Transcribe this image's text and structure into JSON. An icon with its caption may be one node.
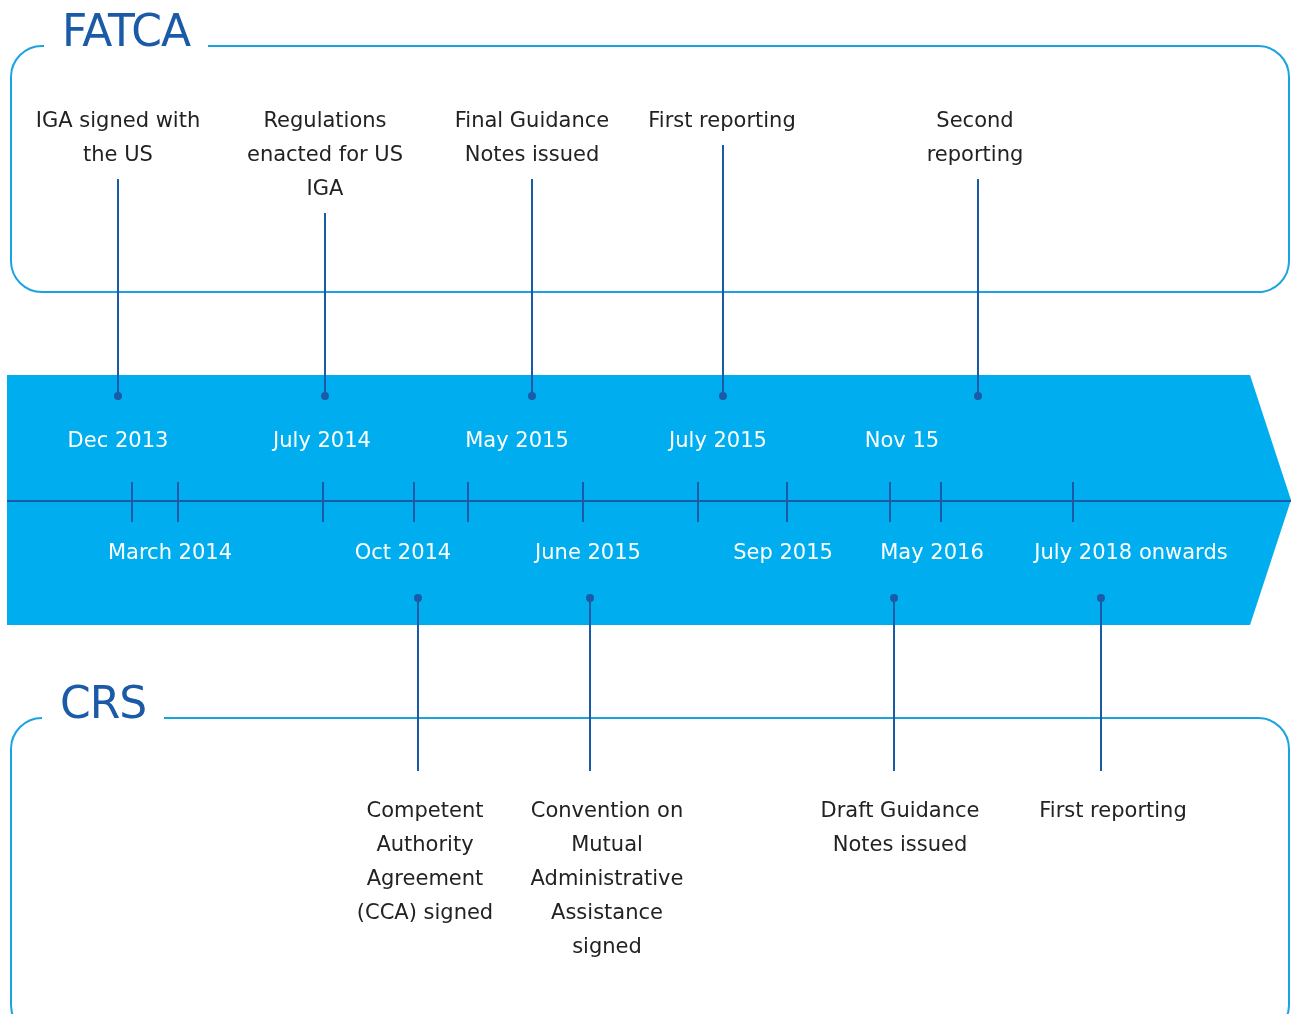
{
  "diagram": {
    "nodes": [
      {
        "text": [
          "FATCA"
        ]
      },
      {
        "text": [
          "IGA signed with the US"
        ],
        "in": 0
      },
      {
        "text": [
          "Regulations enacted for US IGA"
        ],
        "in": 0
      },
      {
        "text": [
          "Final Guidance Notes issued"
        ],
        "in": 0
      },
      {
        "text": [
          "First reporting"
        ],
        "in": 0
      },
      {
        "text": [
          "Second reporting"
        ],
        "in": 0
      },
      {
        "text": [
          "CRS"
        ]
      },
      {
        "text": [
          "Competent Authority Agreement (CCA) signed"
        ],
        "in": 6
      },
      {
        "text": [
          "Convention on Mutual Administrative Assistance signed"
        ],
        "in": 6
      },
      {
        "text": [
          "Draft Guidance Notes issued"
        ],
        "in": 6
      },
      {
        "text": [
          "First reporting"
        ],
        "in": 6
      }
    ],
    "edges": [
      {
        "from": 1,
        "to": null,
        "arrow": "other"
      },
      {
        "from": 2,
        "to": null,
        "arrow": "other"
      },
      {
        "from": 3,
        "to": null,
        "arrow": "other"
      },
      {
        "from": 4,
        "to": null,
        "arrow": "other"
      },
      {
        "from": 5,
        "to": null,
        "arrow": "other"
      },
      {
        "from": 7,
        "to": null,
        "arrow": "other"
      },
      {
        "from": 8,
        "to": null,
        "arrow": "other"
      },
      {
        "from": 9,
        "to": null,
        "arrow": "other"
      },
      {
        "from": 10,
        "to": null,
        "arrow": "other"
      }
    ],
    "labels": [
      "Dec 2013",
      "July 2014",
      "May 2015",
      "July 2015",
      "Nov 15",
      "March 2014",
      "Oct 2014",
      "June 2015",
      "Sep 2015",
      "May 2016",
      "July 2018 onwards"
    ]
  }
}
